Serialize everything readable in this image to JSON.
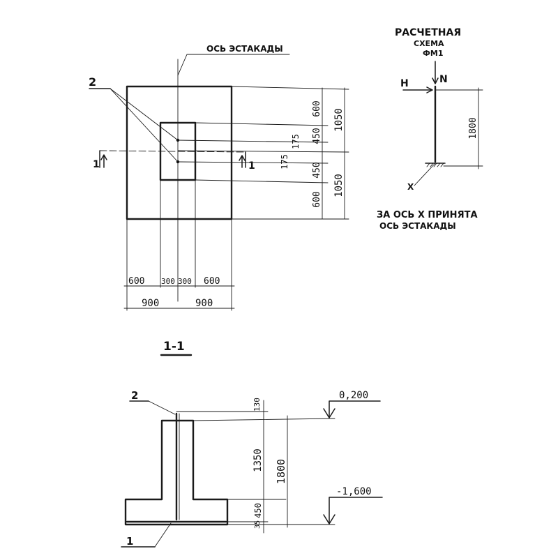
{
  "plan": {
    "axis_label": "ОСЬ ЭСТАКАДЫ",
    "callout_2": "2",
    "section_mark_left": "1",
    "section_mark_right": "1",
    "dims_right_inner": [
      "600",
      "450",
      "175",
      "175",
      "450",
      "600"
    ],
    "dims_right_outer": [
      "1050",
      "1050"
    ],
    "dims_bottom_inner": [
      "600",
      "300",
      "300",
      "600"
    ],
    "dims_bottom_outer": [
      "900",
      "900"
    ]
  },
  "scheme": {
    "title_line1": "РАСЧЕТНАЯ",
    "title_line2": "СХЕМА",
    "title_line3": "ФМ1",
    "label_H": "H",
    "label_N": "N",
    "label_X": "X",
    "dim_height": "1800",
    "note_line1": "ЗА ОСЬ X ПРИНЯТА",
    "note_line2": "ОСЬ ЭСТАКАДЫ"
  },
  "section": {
    "title": "1-1",
    "callout_2": "2",
    "callout_1": "1",
    "level_top": "0,200",
    "level_bottom": "-1,600",
    "dim_top_gap": "130",
    "dim_stem": "1350",
    "dim_slab": "450",
    "dim_total": "1800",
    "dim_cover": "35"
  }
}
